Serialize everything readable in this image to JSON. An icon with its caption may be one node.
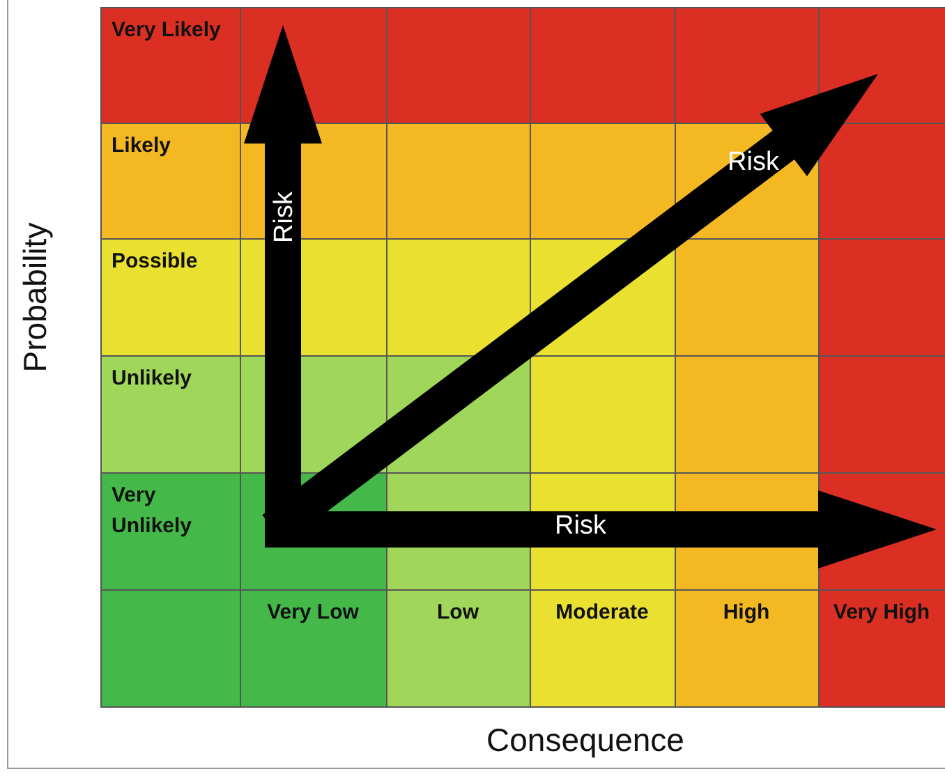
{
  "diagram": {
    "labels": [
      "Very Likely",
      "Likely",
      "Possible",
      "Unlikely",
      "Very Unlikely",
      "Very Low",
      "Low",
      "Moderate",
      "High",
      "Very High",
      "Risk",
      "Risk",
      "Risk",
      "Probability",
      "Consequence"
    ]
  }
}
